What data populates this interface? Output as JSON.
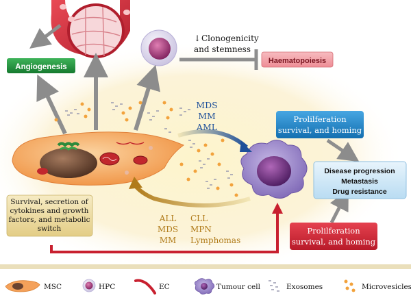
{
  "labels": {
    "clonogenicity_line1": "Clonogenicity",
    "clonogenicity_line2": "and stemness",
    "haematopoiesis": "Haematopoiesis",
    "angiogenesis": "Angiogenesis",
    "mds": "MDS",
    "mm": "MM",
    "aml": "AML",
    "prolif_top_line1": "Prolilferation",
    "prolif_top_line2": "survival, and homing",
    "outcome_line1": "Disease progression",
    "outcome_line2": "Metastasis",
    "outcome_line3": "Drug resistance",
    "survival_line1": "Survival, secretion of",
    "survival_line2": "cytokines and growth",
    "survival_line3": "factors, and metabolic",
    "survival_line4": "switch",
    "diseases_left": [
      "ALL",
      "MDS",
      "MM"
    ],
    "diseases_right": [
      "CLL",
      "MPN",
      "Lymphomas"
    ],
    "prolif_bottom_line1": "Prolilferation",
    "prolif_bottom_line2": "survival, and homing"
  },
  "legend": {
    "msc": "MSC",
    "hpc": "HPC",
    "ec": "EC",
    "tumour": "Tumour cell",
    "exosomes": "Exosomes",
    "microvesicles": "Microvesicles"
  },
  "colors": {
    "background_glow": "#fbf1c8",
    "angiogenesis_box": "#1f8f3a",
    "haematopoiesis_box": "#f2a0a6",
    "prolif_top_box": "#1a7fc4",
    "outcome_box": "#cde6f6",
    "survival_box": "#efe0a4",
    "prolif_bottom_box": "#c8202f",
    "mds_text": "#1d4f9a",
    "disease_text": "#b07b1a",
    "tumour_cell": "#9b86c6",
    "msc_cell": "#f4a15a",
    "legend_bar": "#eadfbb"
  }
}
